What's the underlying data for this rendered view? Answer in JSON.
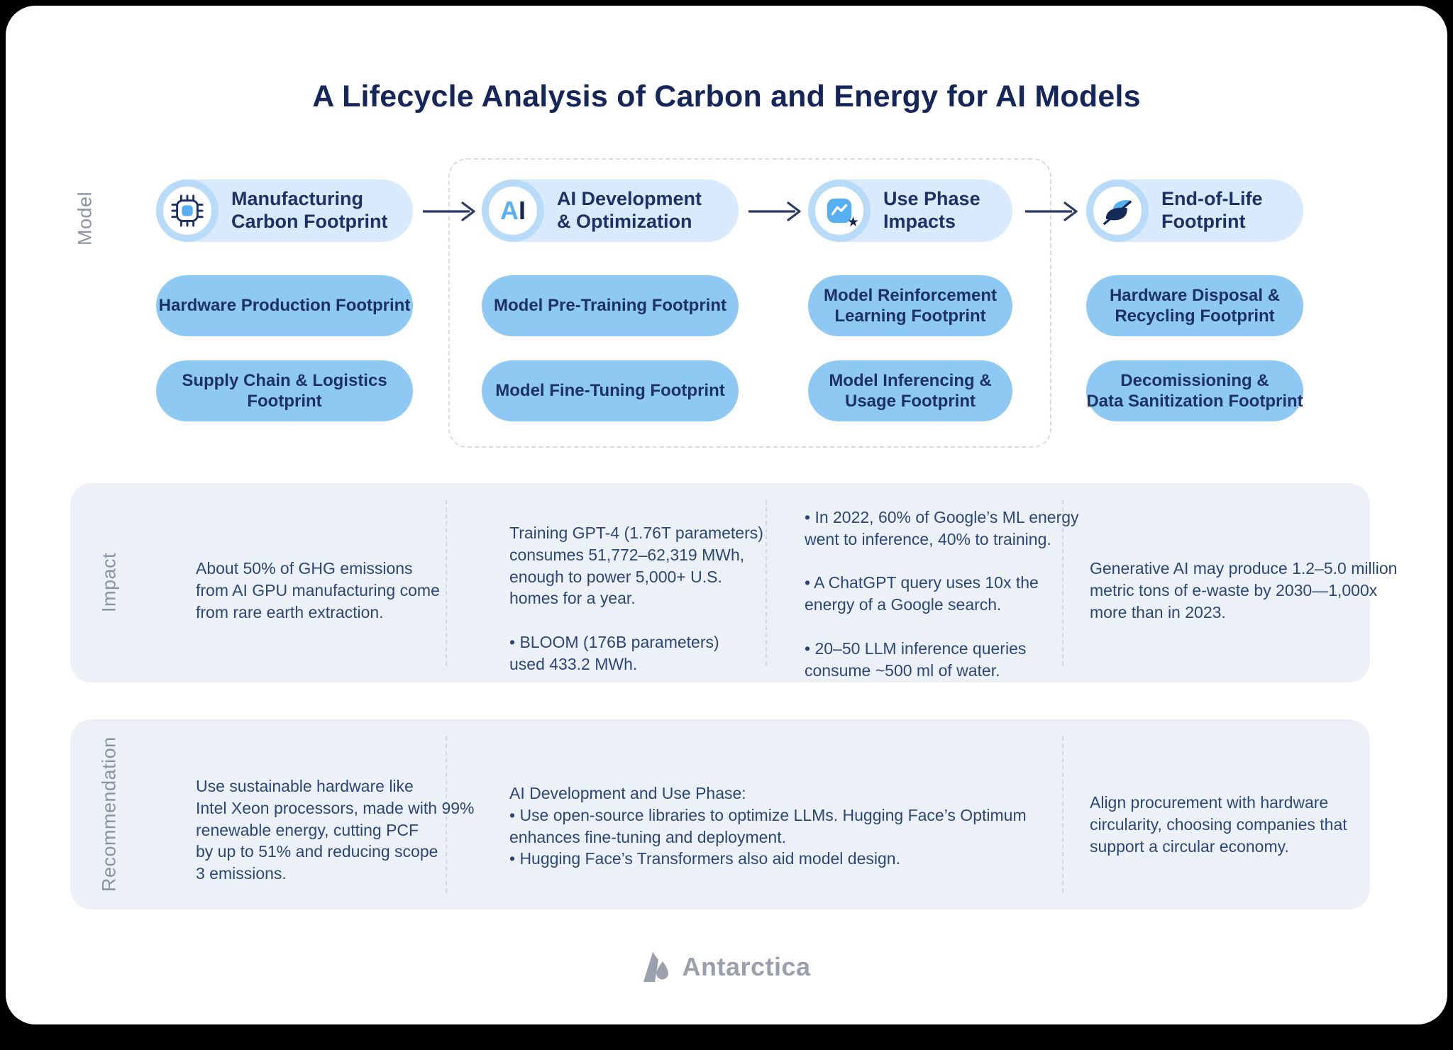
{
  "title": "A Lifecycle Analysis of Carbon and Energy for AI Models",
  "row_labels": {
    "model": "Model",
    "impact": "Impact",
    "recommendation": "Recommendation"
  },
  "icons": {
    "header_1": "chip-icon",
    "header_2": "ai-text-icon",
    "header_3": "trend-chart-star-icon",
    "header_4": "leaf-icon",
    "ai_letter_a": "A",
    "ai_letter_i": "I",
    "star": "★",
    "logo": "mountain-droplet-icon"
  },
  "colors": {
    "navy_text": "#1d3166",
    "body_text": "#2c4676",
    "chip_bg": "#d9eafc",
    "pill_bg": "#8ec9f4",
    "band_bg": "#ecf1f8",
    "icon_blue": "#57aef1",
    "ring_blue": "#b7dbf8",
    "gray_label": "#8b93a2"
  },
  "columns": [
    {
      "header": {
        "label": "Manufacturing\nCarbon Footprint"
      },
      "pills": [
        "Hardware Production Footprint",
        "Supply Chain & Logistics Footprint"
      ],
      "impact": "About 50% of GHG emissions\nfrom AI GPU manufacturing come\nfrom rare earth extraction.",
      "recommendation": "Use sustainable hardware like\nIntel Xeon processors, made with 99%\nrenewable energy, cutting PCF\nby up to 51% and reducing scope\n3 emissions."
    },
    {
      "header": {
        "label": "AI Development\n& Optimization"
      },
      "pills": [
        "Model Pre-Training Footprint",
        "Model Fine-Tuning Footprint"
      ],
      "impact": "Training GPT-4 (1.76T parameters)\nconsumes 51,772–62,319 MWh,\nenough to power 5,000+ U.S.\nhomes for a year.\n\n• BLOOM (176B parameters)\nused 433.2 MWh."
    },
    {
      "header": {
        "label": "Use Phase\nImpacts"
      },
      "pills": [
        "Model Reinforcement\nLearning Footprint",
        "Model Inferencing &\nUsage Footprint"
      ],
      "impact": "• In 2022, 60% of Google’s ML energy\nwent to inference, 40% to training.\n\n• A ChatGPT query uses 10x the\nenergy of a Google search.\n\n• 20–50 LLM inference queries\nconsume ~500 ml of water."
    },
    {
      "header": {
        "label": "End-of-Life\nFootprint"
      },
      "pills": [
        "Hardware Disposal &\nRecycling Footprint",
        "Decomissioning &\nData Sanitization Footprint"
      ],
      "impact": "Generative AI may produce 1.2–5.0 million\nmetric tons of e-waste by 2030—1,000x\nmore than in 2023.",
      "recommendation": "Align procurement with hardware\ncircularity, choosing companies that\nsupport a circular economy."
    }
  ],
  "recommendation_middle": "AI Development and Use Phase:\n• Use open-source libraries to optimize LLMs. Hugging Face’s Optimum\nenhances fine-tuning and deployment.\n• Hugging Face’s Transformers also aid model design.",
  "footer": {
    "brand": "Antarctica"
  }
}
